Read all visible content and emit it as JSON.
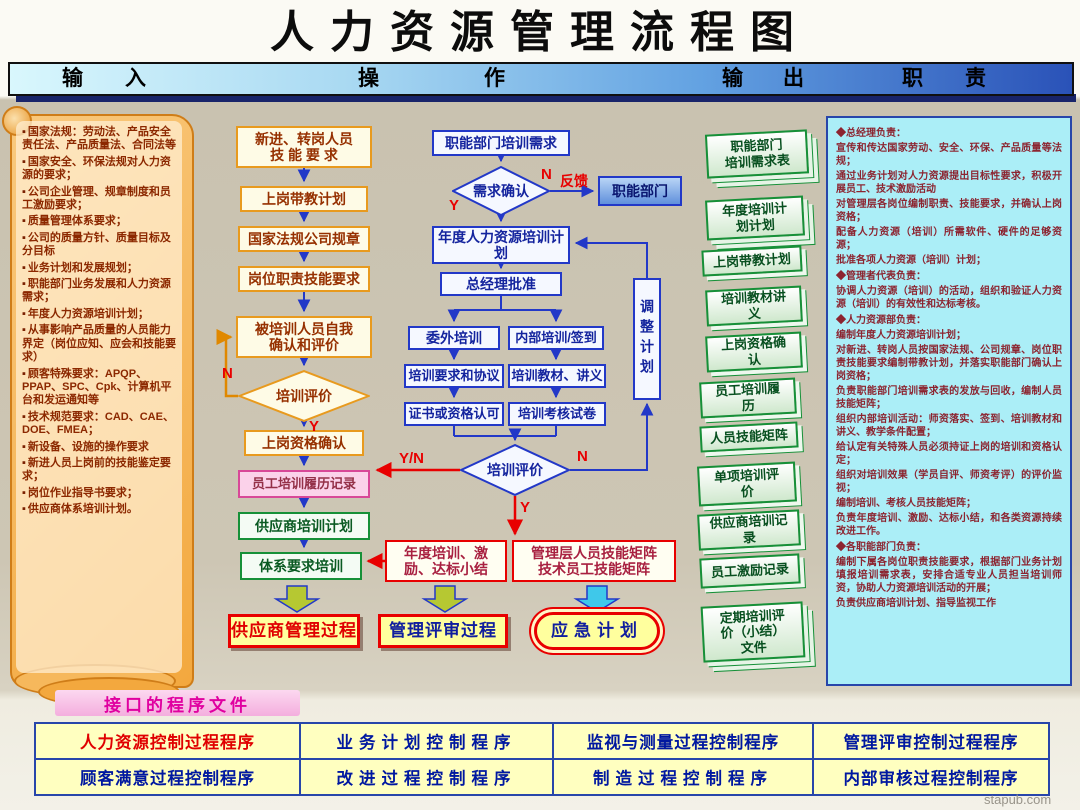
{
  "title": "人力资源管理流程图",
  "watermark": "stapub.com",
  "header": {
    "input": "输入",
    "operation": "操作",
    "output": "输出",
    "duty": "职责"
  },
  "inputs": {
    "items": [
      "国家法规：劳动法、产品安全责任法、产品质量法、合同法等",
      "国家安全、环保法规对人力资源的要求；",
      "公司企业管理、规章制度和员工激励要求；",
      "质量管理体系要求；",
      "公司的质量方针、质量目标及分目标",
      "业务计划和发展规划；",
      "职能部门业务发展和人力资源需求；",
      "年度人力资源培训计划；",
      "从事影响产品质量的人员能力界定（岗位应知、应会和技能要求）",
      "顾客特殊要求：APQP、PPAP、SPC、Cpk、计算机平台和发运通知等",
      "技术规范要求：CAD、CAE、DOE、FMEA；",
      "新设备、设施的操作要求",
      "新进人员上岗前的技能鉴定要求；",
      "岗位作业指导书要求；",
      "供应商体系培训计划。"
    ]
  },
  "flow": {
    "o1": "新进、转岗人员\n技 能 要 求",
    "o2": "上岗带教计划",
    "o3": "国家法规公司规章",
    "o4": "岗位职责技能要求",
    "o5": "被培训人员自我\n确认和评价",
    "o6": "培训评价",
    "o7": "上岗资格确认",
    "o8": "员工培训履历记录",
    "o9": "供应商培训计划",
    "o10": "体系要求培训",
    "b1": "职能部门培训需求",
    "b2": "需求确认",
    "b3": "年度人力资源培训计划",
    "b4": "总经理批准",
    "b5": "委外培训",
    "b6": "内部培训/签到",
    "b7": "培训要求和协议",
    "b8": "培训教材、讲义",
    "b9": "证书或资格认可",
    "b10": "培训考核试卷",
    "b11": "培训评价",
    "adjust": "调整计划",
    "dept": "职能部门",
    "feedback": "反馈",
    "r1": "年度培训、激\n励、达标小结",
    "r2": "管理层人员技能矩阵\n技术员工技能矩阵",
    "p1": "供应商管理过程",
    "p2": "管理评审过程",
    "p3": "应急计划",
    "labels": {
      "n_o": "N",
      "y_o": "Y",
      "y_b2": "Y",
      "n_b2": "N",
      "yn": "Y/N",
      "n_b11": "N",
      "y_b11": "Y"
    }
  },
  "outputs": {
    "docs": [
      "职能部门\n培训需求表",
      "年度培训计\n划计划",
      "上岗带教计划",
      "培训教材讲\n义",
      "上岗资格确\n认",
      "员工培训履\n历",
      "人员技能矩阵",
      "单项培训评\n价",
      "供应商培训记\n录",
      "员工激励记录",
      "定期培训评\n价（小结）\n文件"
    ]
  },
  "duties": {
    "lines": [
      {
        "h": 1,
        "t": "◆总经理负责："
      },
      {
        "t": "宣传和传达国家劳动、安全、环保、产品质量等法规；"
      },
      {
        "t": "通过业务计划对人力资源提出目标性要求，积极开展员工、技术激励活动"
      },
      {
        "t": "对管理层各岗位编制职责、技能要求，并确认上岗资格；"
      },
      {
        "t": "配备人力资源（培训）所需软件、硬件的足够资源；"
      },
      {
        "t": "批准各项人力资源（培训）计划；"
      },
      {
        "h": 1,
        "t": "◆管理者代表负责："
      },
      {
        "t": "协调人力资源（培训）的活动，组织和验证人力资源（培训）的有效性和达标考核。"
      },
      {
        "h": 1,
        "t": "◆人力资源部负责："
      },
      {
        "t": "编制年度人力资源培训计划；"
      },
      {
        "t": "对新进、转岗人员按国家法规、公司规章、岗位职责技能要求编制带教计划，并落实职能部门确认上岗资格；"
      },
      {
        "t": "负责职能部门培训需求表的发放与回收，编制人员技能矩阵；"
      },
      {
        "t": "组织内部培训活动：师资落实、签到、培训教材和讲义、教学条件配置；"
      },
      {
        "t": "给认定有关特殊人员必须持证上岗的培训和资格认定；"
      },
      {
        "t": "组织对培训效果（学员自评、师资考评）的评价监视；"
      },
      {
        "t": "编制培训、考核人员技能矩阵；"
      },
      {
        "t": "负责年度培训、激励、达标小结，和各类资源持续改进工作。"
      },
      {
        "h": 1,
        "t": "◆各职能部门负责："
      },
      {
        "t": "编制下属各岗位职责技能要求，根据部门业务计划填报培训需求表，安排合适专业人员担当培训师资，协助人力资源培训活动的开展；"
      },
      {
        "t": "负责供应商培训计划、指导监视工作"
      }
    ]
  },
  "interface": {
    "label": "接口的程序文件",
    "rows": [
      [
        "人力资源控制过程程序",
        "业务计划控制程序",
        "监视与测量过程控制程序",
        "管理评审控制过程程序"
      ],
      [
        "顾客满意过程控制程序",
        "改进过程控制程序",
        "制造过程控制程序",
        "内部审核过程控制程序"
      ]
    ]
  }
}
